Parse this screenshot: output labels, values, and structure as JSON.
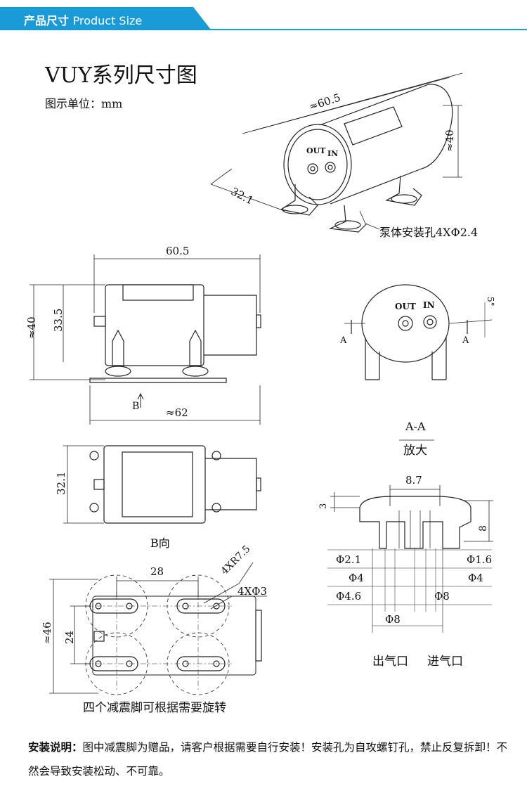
{
  "banner": {
    "title_cn": "产品尺寸",
    "title_en": "Product Size",
    "accent": "#1a9bd7"
  },
  "title": "VUY系列尺寸图",
  "unit": "图示单位：mm",
  "iso": {
    "length": "≈60.5",
    "height": "≈40",
    "width": "32.1",
    "mount_note": "泵体安装孔4XΦ2.4",
    "out": "OUT",
    "in": "IN"
  },
  "side": {
    "length": "60.5",
    "body_height": "33.5",
    "height": "≈40",
    "total_length": "≈62",
    "arrow_label": "B"
  },
  "front": {
    "out": "OUT",
    "in": "IN",
    "angle": "5°",
    "section_left": "A",
    "section_right": "A"
  },
  "top": {
    "width": "32.1",
    "caption": "B向"
  },
  "section": {
    "title": "A-A",
    "subtitle": "放大",
    "width": "8.7",
    "flange": "3",
    "height": "8",
    "d_out_inner": "Φ2.1",
    "d_out_mid": "Φ4",
    "d_out_outer": "Φ4.6",
    "d_in_inner": "Φ1.6",
    "d_in_mid": "Φ4",
    "d_in_outer": "Φ8",
    "d_base": "Φ8",
    "label_out": "出气口",
    "label_in": "进气口"
  },
  "feet": {
    "spacing_x": "28",
    "radius": "4XR7.5",
    "holes": "4XΦ3",
    "height": "≈46",
    "spacing_y": "24",
    "caption": "四个减震脚可根据需要旋转"
  },
  "note": {
    "label": "安装说明：",
    "text": "图中减震脚为赠品，请客户根据需要自行安装！安装孔为自攻螺钉孔，禁止反复拆卸！不然会导致安装松动、不可靠。"
  }
}
